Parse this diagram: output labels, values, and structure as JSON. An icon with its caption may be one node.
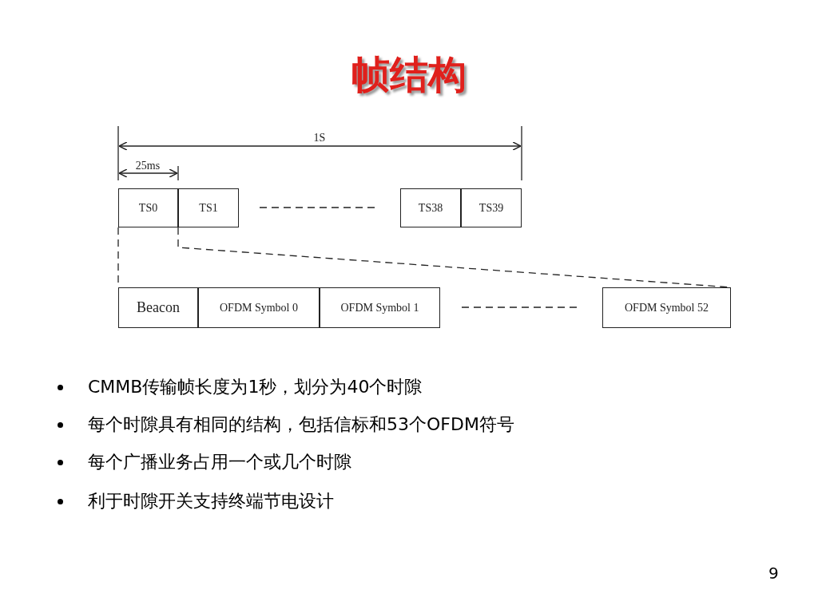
{
  "diagram": {
    "title": "帧结构",
    "nodes": [
      {
        "text": [
          "TS0"
        ]
      },
      {
        "text": [
          "TS1"
        ]
      },
      {
        "text": [
          "TS38"
        ]
      },
      {
        "text": [
          "TS39"
        ]
      },
      {
        "text": [
          "Beacon"
        ]
      },
      {
        "text": [
          "OFDM Symbol 0"
        ]
      },
      {
        "text": [
          "OFDM Symbol 1"
        ]
      },
      {
        "text": [
          "OFDM Symbol 52"
        ]
      }
    ],
    "edges": [
      {
        "from": 0,
        "to": 4,
        "arrow": "none",
        "style": "dashed"
      },
      {
        "from": 0,
        "to": 7,
        "arrow": "none",
        "style": "dashed"
      }
    ],
    "labels": [
      "1S",
      "25ms",
      "CMMB传输帧长度为1秒，划分为40个时隙",
      "每个时隙具有相同的结构，包括信标和53个OFDM符号",
      "每个广播业务占用一个或几个时隙",
      "利于时隙开关支持终端节电设计",
      "9"
    ]
  }
}
